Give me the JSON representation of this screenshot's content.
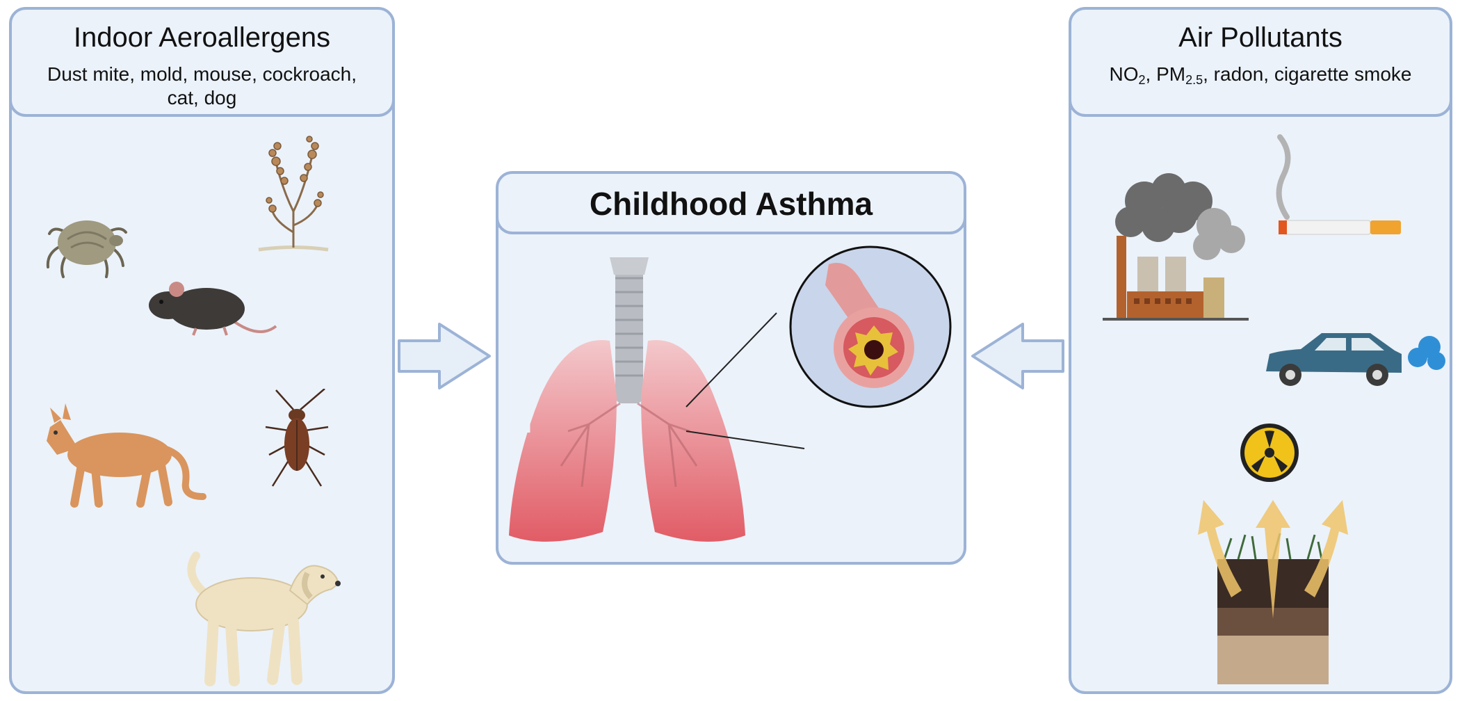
{
  "left_panel": {
    "title": "Indoor Aeroallergens",
    "subtitle": "Dust mite, mold, mouse, cockroach, cat, dog"
  },
  "center_panel": {
    "title": "Childhood Asthma"
  },
  "right_panel": {
    "title": "Air Pollutants",
    "subtitle_parts": {
      "no2_main": "NO",
      "no2_sub": "2",
      "pm_main": "PM",
      "pm_sub": "2.5",
      "rest": ", radon, cigarette smoke"
    }
  },
  "icons": {
    "left": [
      "dust-mite-icon",
      "mold-icon",
      "mouse-icon",
      "cat-icon",
      "cockroach-icon",
      "dog-icon"
    ],
    "center": [
      "lungs-icon",
      "airway-cross-section-icon"
    ],
    "right": [
      "factory-icon",
      "cigarette-icon",
      "car-exhaust-icon",
      "radiation-icon",
      "soil-radon-icon"
    ]
  },
  "colors": {
    "panel_fill": "#ebf2fa",
    "panel_border": "#9cb3d6",
    "arrow_fill": "#e6eef8",
    "lung": "#e8737a"
  }
}
